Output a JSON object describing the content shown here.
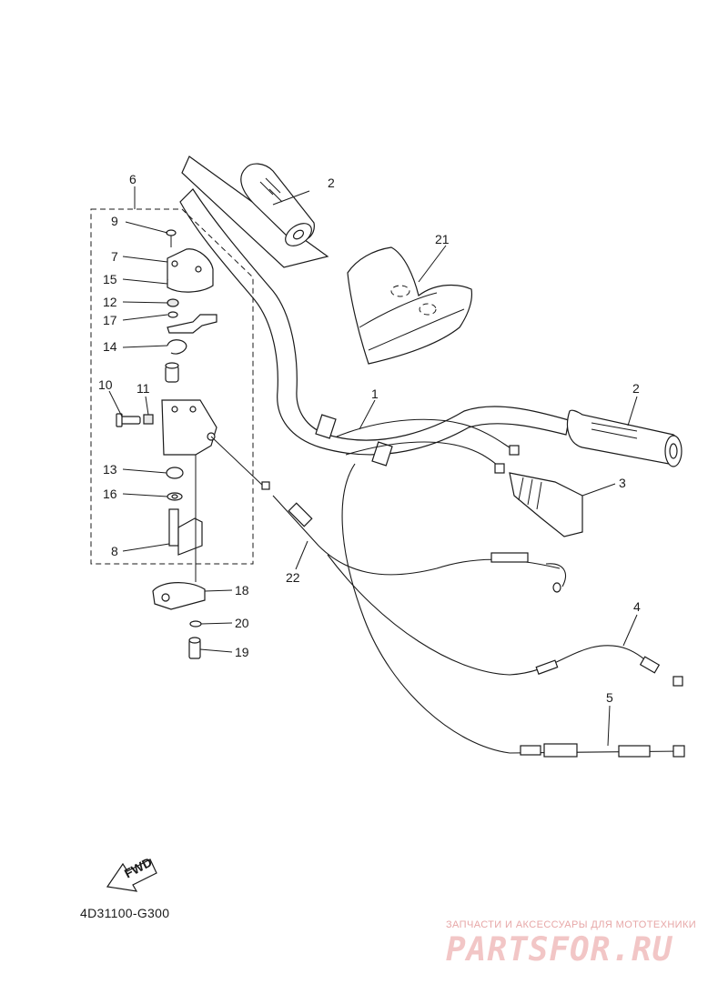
{
  "diagram": {
    "callouts": {
      "c1": "1",
      "c2a": "2",
      "c2b": "2",
      "c3": "3",
      "c4": "4",
      "c5": "5",
      "c6": "6",
      "c7": "7",
      "c8": "8",
      "c9": "9",
      "c10": "10",
      "c11": "11",
      "c12": "12",
      "c13": "13",
      "c14": "14",
      "c15": "15",
      "c16": "16",
      "c17": "17",
      "c18": "18",
      "c19": "19",
      "c20": "20",
      "c21": "21",
      "c22": "22"
    },
    "fwd_label": "FWD",
    "reference_code": "4D31100-G300"
  },
  "watermark": {
    "tagline": "ЗАПЧАСТИ И АКСЕССУАРЫ ДЛЯ МОТОТЕХНИКИ",
    "brand": "PARTSFOR.RU"
  },
  "colors": {
    "line": "#1a1a1a",
    "watermark": "#f2c6c6"
  }
}
